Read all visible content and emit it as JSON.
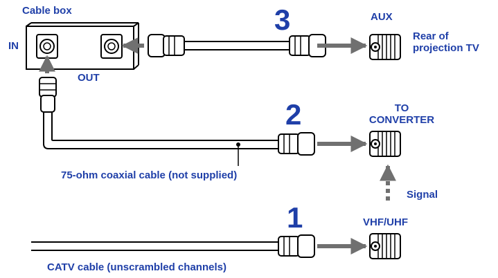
{
  "labels": {
    "cable_box": "Cable box",
    "in": "IN",
    "out": "OUT",
    "aux": "AUX",
    "rear_line1": "Rear of",
    "rear_line2": "projection TV",
    "to_converter_line1": "TO",
    "to_converter_line2": "CONVERTER",
    "signal": "Signal",
    "vhf_uhf": "VHF/UHF",
    "coax_cable": "75-ohm coaxial cable (not supplied)",
    "catv_cable": "CATV cable (unscrambled channels)"
  },
  "steps": [
    "1",
    "2",
    "3"
  ],
  "colors": {
    "label": "#1f3fa8",
    "arrow": "#707070",
    "line": "#000000"
  }
}
